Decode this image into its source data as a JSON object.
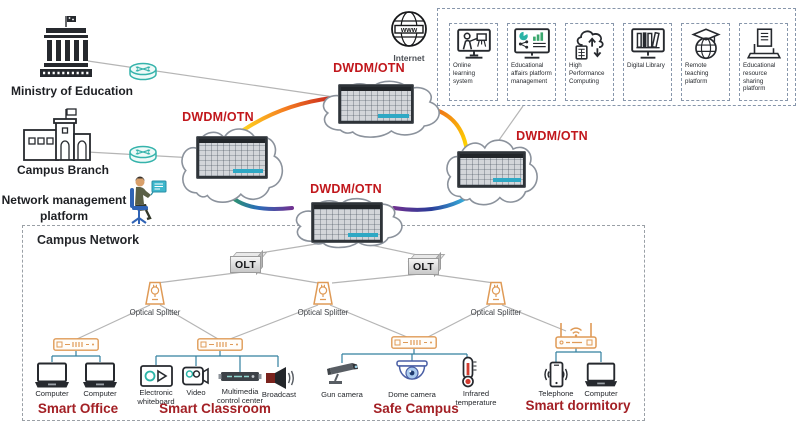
{
  "titles": {
    "ministry": "Ministry of Education",
    "branch": "Campus Branch",
    "nmp": "Network management platform",
    "internet": "Internet",
    "www": "www",
    "campus": "Campus Network",
    "dwdm": "DWDM/OTN",
    "olt": "OLT",
    "splitter": "Optical Splitter"
  },
  "services": {
    "items": [
      {
        "label": "Online learning system",
        "icon": "presenter-monitor-icon"
      },
      {
        "label": "Educational affairs platform management",
        "icon": "analytics-monitor-icon"
      },
      {
        "label": "High Performance Computing",
        "icon": "cloud-computing-icon"
      },
      {
        "label": "Digital Library",
        "icon": "library-monitor-icon"
      },
      {
        "label": "Remote teaching platform",
        "icon": "globe-graduation-icon"
      },
      {
        "label": "Educational resource sharing platform",
        "icon": "document-laptop-icon"
      }
    ]
  },
  "zones": [
    {
      "name": "Smart Office",
      "devices": [
        "Computer",
        "Computer"
      ]
    },
    {
      "name": "Smart Classroom",
      "devices": [
        "Electronic whiteboard",
        "Video",
        "Multimedia control center",
        "Broadcast"
      ]
    },
    {
      "name": "Safe Campus",
      "devices": [
        "Gun camera",
        "Dome camera",
        "Infrared temperature"
      ]
    },
    {
      "name": "Smart dormitory",
      "devices": [
        "Telephone",
        "Computer"
      ]
    }
  ],
  "colors": {
    "dwdm_label_red": "#c1171c",
    "zone_label_red": "#a32025",
    "device_orange": "#df9a56",
    "router_teal": "#35b3ab",
    "zone_line_teal": "#33809f",
    "gray_line": "#b5b5b5",
    "ring_yellow": "#ffd21f",
    "ring_red": "#c8271d",
    "ring_cyan": "#38c4e8",
    "ring_blue": "#2b3b97",
    "ring_purple": "#703190",
    "ring_green": "#2e9e58"
  }
}
